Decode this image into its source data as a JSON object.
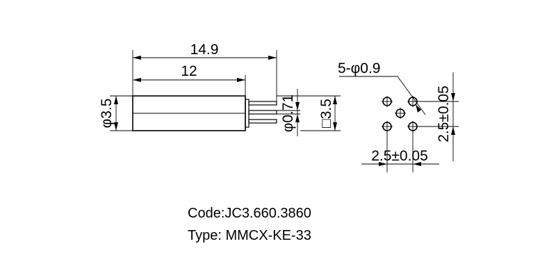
{
  "dimensions": {
    "overall_length": "14.9",
    "body_length": "12",
    "body_diameter": "φ3.5",
    "pin_diameter": "φ0.71",
    "pin_square": "□3.5",
    "hole_spec": "5-φ0.9",
    "pitch_vertical": "2.5±0.05",
    "pitch_horizontal": "2.5±0.05"
  },
  "caption": {
    "code": "Code:JC3.660.3860",
    "type": "Type: MMCX-KE-33"
  }
}
